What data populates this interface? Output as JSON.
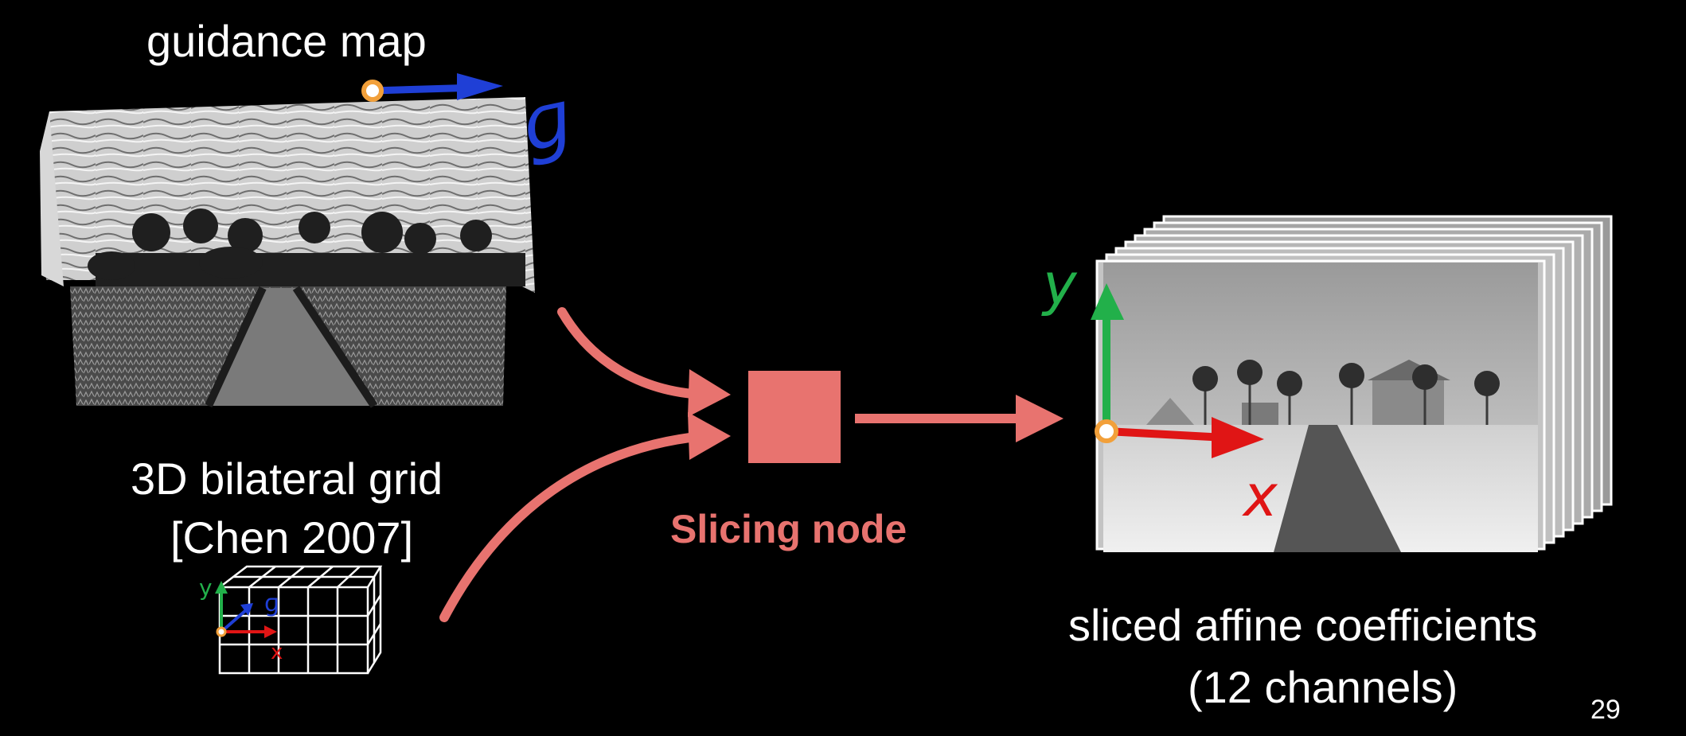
{
  "slide": {
    "guidance_title": "guidance map",
    "grid_title": "3D bilateral grid",
    "grid_citation": "[Chen 2007]",
    "node_label": "Slicing node",
    "output_label": "sliced affine coefficients",
    "output_sublabel": "(12 channels)",
    "page_number": "29"
  },
  "annotations": {
    "guidance_axis": "ɡ",
    "grid_axis_y": "y",
    "grid_axis_x": "x",
    "grid_axis_z": "ɡ",
    "output_axis_y": "y",
    "output_axis_x": "x"
  },
  "colors": {
    "background": "#000000",
    "node": "#e8736f",
    "arrow": "#e8736f",
    "axis_x": "#e01515",
    "axis_y": "#22b04a",
    "axis_guide": "#1f3fd6",
    "origin": "#f2a03a"
  }
}
